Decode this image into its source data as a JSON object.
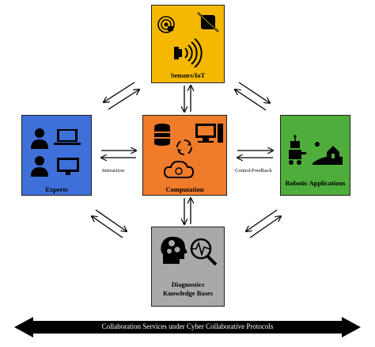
{
  "nodes": {
    "sensors": {
      "label": "Sensors/IoT",
      "color": "#f4b800"
    },
    "experts": {
      "label": "Experts",
      "color": "#3f6fd8"
    },
    "computation": {
      "label": "Computation",
      "color": "#f07b2a"
    },
    "robotic": {
      "label": "Robotic Applications",
      "color": "#4fad3b"
    },
    "diagnostics": {
      "label_line1": "Diagnostics",
      "label_line2": "Knowledge Bases",
      "color": "#a9a9a9"
    }
  },
  "edges": {
    "interaction": "Interaction",
    "control_feedback": "Control/Feedback"
  },
  "banner": {
    "text": "Collaboration Services under Cyber Collaborative Protocols",
    "color": "#000000"
  }
}
